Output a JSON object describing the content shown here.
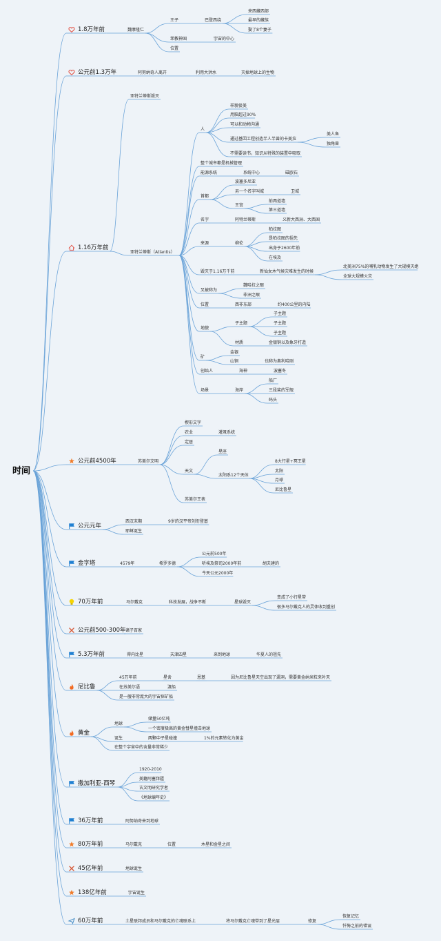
{
  "root": "时间",
  "colors": {
    "line": "#6aa3d8",
    "heart": "#e2574c",
    "house": "#e2574c",
    "star": "#f07d2c",
    "flag_blue": "#1f7fd1",
    "flag_red": "#e03a2c",
    "fire": "#f26a21",
    "bulb": "#f5d400",
    "tools": "#d65b3a",
    "plane": "#4a90c8"
  },
  "topics": [
    {
      "label": "1.8万年前",
      "icon": "heart-icon"
    },
    {
      "label": "公元前1.3万年",
      "icon": "heart-icon"
    },
    {
      "label": "1.16万年前",
      "icon": "house-icon"
    },
    {
      "label": "公元前4500年",
      "icon": "star-icon"
    },
    {
      "label": "公元元年",
      "icon": "flag-icon"
    },
    {
      "label": "金字塔",
      "icon": "flag-icon"
    },
    {
      "label": "70万年前",
      "icon": "bulb-icon"
    },
    {
      "label": "公元前500-300年",
      "icon": "tools-icon"
    },
    {
      "label": "5.3万年前",
      "icon": "flag-icon"
    },
    {
      "label": "尼比鲁",
      "icon": "fire-icon"
    },
    {
      "label": "黄金",
      "icon": "fire-icon"
    },
    {
      "label": "撒加利亚-西琴",
      "icon": "flag-icon"
    },
    {
      "label": "36万年前",
      "icon": "flag-icon"
    },
    {
      "label": "80万年前",
      "icon": "star-icon"
    },
    {
      "label": "45亿年前",
      "icon": "tools-icon"
    },
    {
      "label": "138亿年前",
      "icon": "star-icon"
    },
    {
      "label": "60万年前",
      "icon": "plane-icon"
    }
  ],
  "nodes": {
    "t0": [
      "魏摩隆仁",
      "王子",
      "巴登西绕",
      "来西藏西部",
      "最早的藏族",
      "娶了8个妻子",
      "苯教神国",
      "宇宙的中心",
      "位置"
    ],
    "t1": [
      "阿努纳奇人离开",
      "利用大洪水",
      "灭掉地球上的生物"
    ],
    "t2a": [
      "亚特兰蒂斯毁灭",
      "亚特兰蒂斯（Atlantis）"
    ],
    "t2_people": [
      "人",
      "样貌俊美",
      "用脑超过90%",
      "可以和动物沟通",
      "通过基因工程创造半人半兽的卡美拉",
      "美人鱼",
      "独角兽",
      "不需要读书，知识从特殊的装置中吸取"
    ],
    "t2_city": [
      "整个城市都是机械管理",
      "能源系统",
      "系统中心",
      "磁欧石"
    ],
    "t2_capital": [
      "首都",
      "波塞多尼亚",
      "另一个名字叫城",
      "卫城",
      "王宫",
      "前两道墙",
      "第三道墙"
    ],
    "t2_name": [
      "名字",
      "阿特兰蒂斯",
      "义新大西洲、大西国"
    ],
    "t2_origin": [
      "来源",
      "柳伦",
      "柏拉图",
      "是柏拉图的祖先",
      "出身于2600年前",
      "在埃及"
    ],
    "t2_destroy": [
      "毁灭于1.16万千前",
      "新仙女木气候灾难发生的时候",
      "北美洲75%的哺乳动物发生了大规模灭绝",
      "全球大规模火灾"
    ],
    "t2_alias": [
      "又被称为",
      "魏哈拉之眼",
      "非洲之眼"
    ],
    "t2_pos": [
      "位置",
      "西非东部",
      "约400公里的内陆"
    ],
    "t2_land": [
      "地貌",
      "子主题",
      "子主题",
      "子主题",
      "子主题",
      "材质",
      "金银铜以及象牙打造"
    ],
    "t2_mine": [
      "矿",
      "金银",
      "山铜",
      "也称为奥利哈刚"
    ],
    "t2_found": [
      "创始人",
      "海神",
      "波塞冬"
    ],
    "t2_scene": [
      "场景",
      "海岸",
      "船厂",
      "三段桨的军舰",
      "码头"
    ],
    "t3": [
      "苏美尔文明",
      "楔形文字",
      "农业",
      "灌溉系统",
      "定居",
      "天文",
      "星座",
      "太阳系12个天体",
      "8大行星+冥王星",
      "太阳",
      "月球",
      "尼比鲁星",
      "苏美尔王表"
    ],
    "t4": [
      "西汉末期",
      "9岁的汉平帝刘衎登基",
      "耶稣诞生"
    ],
    "t5": [
      "4579年",
      "希罗多德",
      "公元前500年",
      "听埃及祭司2000年前",
      "胡夫建的",
      "今天公元2000年"
    ],
    "t6": [
      "马尔戴克",
      "科技发展，战争不断",
      "星球毁灭",
      "变成了小行星带",
      "很多马尔戴克人的灵体收到重创"
    ],
    "t7": [
      "诸子百家"
    ],
    "t8": [
      "得内比星",
      "天津四星",
      "来到地球",
      "华夏人的祖先"
    ],
    "t9": [
      "45万年前",
      "星舍",
      "恩基",
      "因为尼比鲁星天空出现了漏洞，需要黄金纳米粒来补天",
      "在苏美尔语",
      "渡船",
      "是一艘非常庞大的宇宙探矿船"
    ],
    "t10": [
      "地球",
      "储量50亿吨",
      "一个密度极高的黄金彗星撞击地球",
      "诞生",
      "两颗中子星碰撞",
      "1%的元素转化为黄金",
      "在整个宇宙中的含量非常稀少"
    ],
    "t11": [
      "1920-2010",
      "美籍阿塞拜疆",
      "古文明研究学者",
      "《地球编年史》"
    ],
    "t12": [
      "阿努纳奇来到地球"
    ],
    "t13": [
      "马尔戴克",
      "位置",
      "木星和金星之间"
    ],
    "t14": [
      "地球诞生"
    ],
    "t15": [
      "宇宙诞生"
    ],
    "t16": [
      "土星联邦成员和马尔戴克的亡魂联系上",
      "将马尔戴克亡魂带到了星光层",
      "修复",
      "恢复记忆",
      "忏悔之前的错误"
    ]
  }
}
